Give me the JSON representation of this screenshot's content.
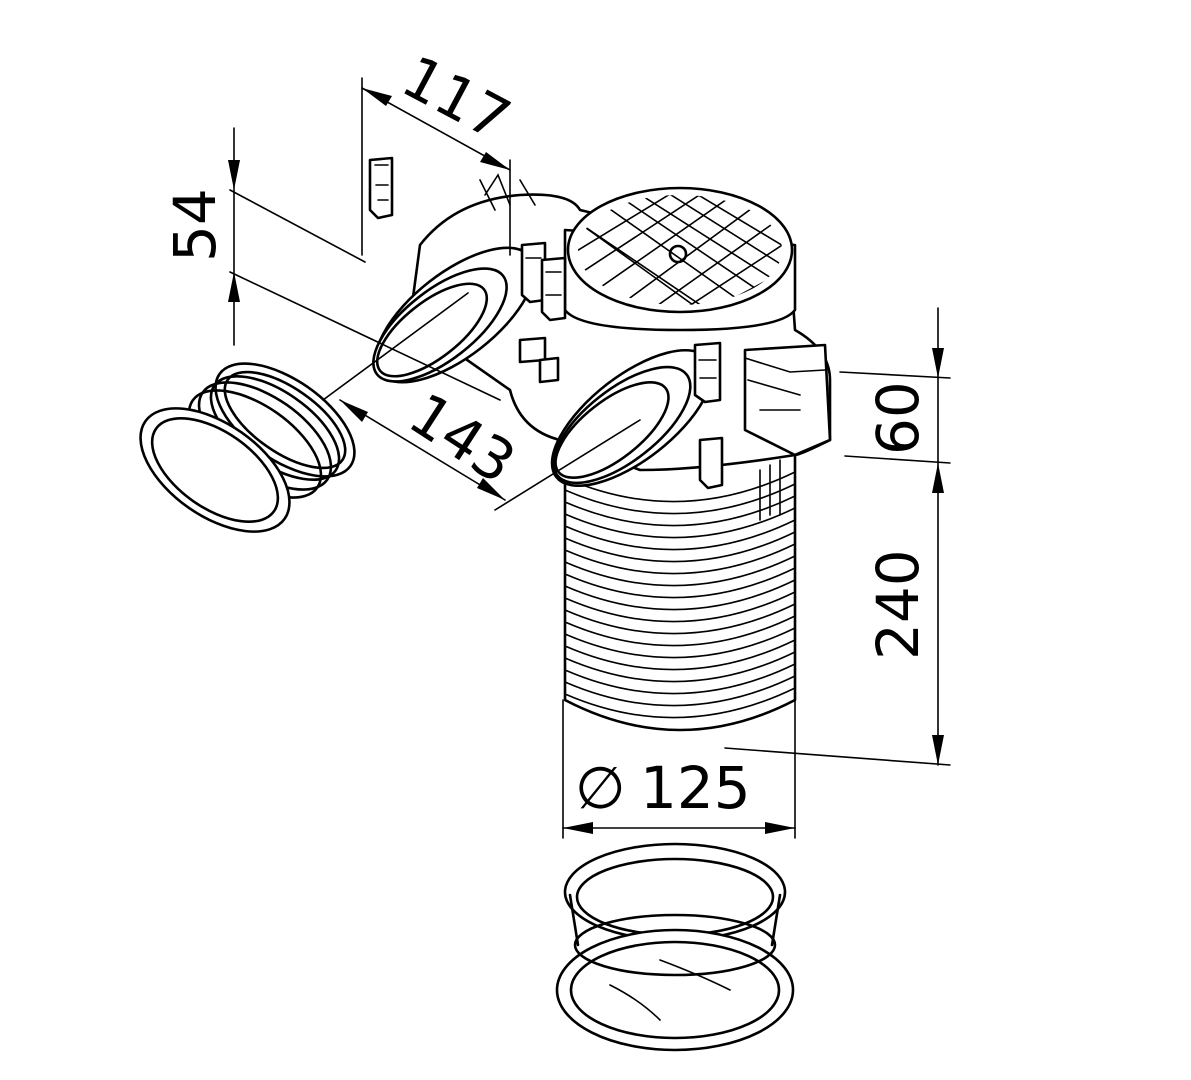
{
  "dimensions": {
    "offset_width": "117",
    "oval_height": "54",
    "oval_width": "143",
    "side_outlet_height": "60",
    "tube_length": "240",
    "tube_diameter": "125"
  },
  "symbols": {
    "diameter_symbol": "∅"
  }
}
